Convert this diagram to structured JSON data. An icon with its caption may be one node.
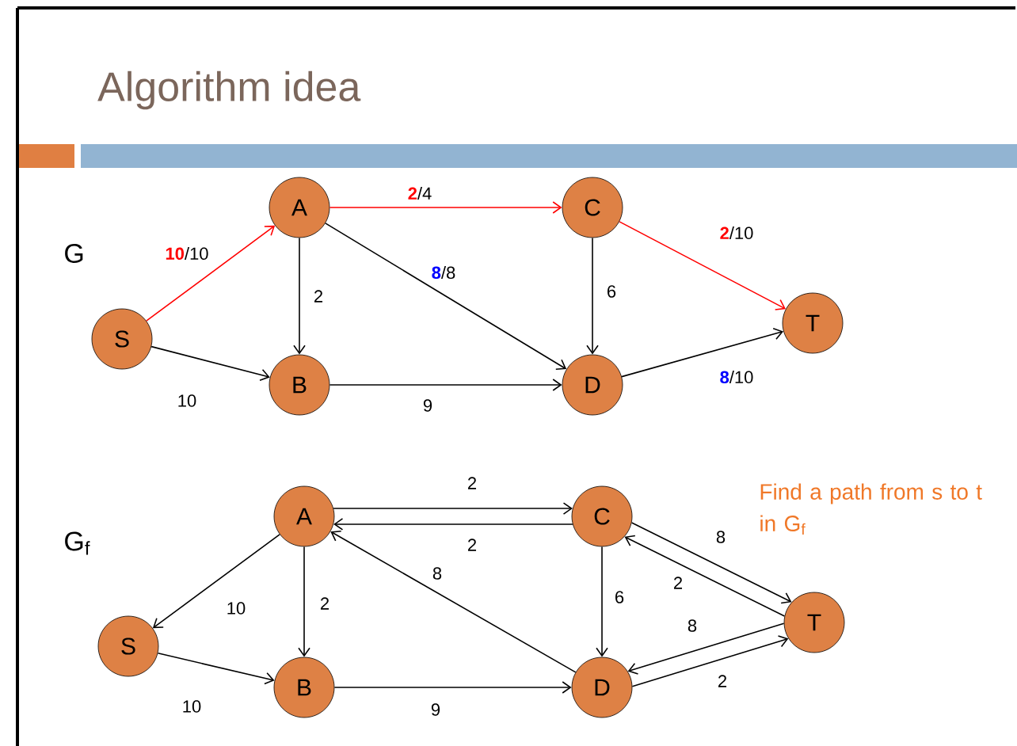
{
  "diagram": {
    "title": "Algorithm idea",
    "nodes": [
      {
        "text": [
          "S"
        ]
      },
      {
        "text": [
          "A"
        ]
      },
      {
        "text": [
          "B"
        ]
      },
      {
        "text": [
          "C"
        ]
      },
      {
        "text": [
          "D"
        ]
      },
      {
        "text": [
          "T"
        ]
      },
      {
        "text": [
          "S"
        ]
      },
      {
        "text": [
          "A"
        ]
      },
      {
        "text": [
          "B"
        ]
      },
      {
        "text": [
          "C"
        ]
      },
      {
        "text": [
          "D"
        ]
      },
      {
        "text": [
          "T"
        ]
      }
    ],
    "edges": [
      {
        "from": 0,
        "to": 1,
        "arrow": "to",
        "label": "**10**/10",
        "color": "#ff0000"
      },
      {
        "from": 0,
        "to": 2,
        "arrow": "to",
        "label": "10"
      },
      {
        "from": 1,
        "to": 2,
        "arrow": "to",
        "label": "2"
      },
      {
        "from": 1,
        "to": 3,
        "arrow": "to",
        "label": "**2**/4",
        "color": "#ff0000"
      },
      {
        "from": 1,
        "to": 4,
        "arrow": "to",
        "label": "**8**/8"
      },
      {
        "from": 2,
        "to": 4,
        "arrow": "to",
        "label": "9"
      },
      {
        "from": 3,
        "to": 4,
        "arrow": "to",
        "label": "6"
      },
      {
        "from": 3,
        "to": 5,
        "arrow": "to",
        "label": "**2**/10",
        "color": "#ff0000"
      },
      {
        "from": 4,
        "to": 5,
        "arrow": "to",
        "label": "**8**/10"
      },
      {
        "from": 7,
        "to": 9,
        "arrow": "to",
        "label": "2"
      },
      {
        "from": 9,
        "to": 7,
        "arrow": "to",
        "label": "2"
      },
      {
        "from": 7,
        "to": 6,
        "arrow": "to",
        "label": "10"
      },
      {
        "from": 6,
        "to": 8,
        "arrow": "to",
        "label": "10"
      },
      {
        "from": 7,
        "to": 8,
        "arrow": "to",
        "label": "2"
      },
      {
        "from": 10,
        "to": 7,
        "arrow": "to",
        "label": "8"
      },
      {
        "from": 8,
        "to": 10,
        "arrow": "to",
        "label": "9"
      },
      {
        "from": 9,
        "to": 10,
        "arrow": "to",
        "label": "6"
      },
      {
        "from": 9,
        "to": 11,
        "arrow": "to",
        "label": "8"
      },
      {
        "from": 11,
        "to": 9,
        "arrow": "to",
        "label": "2"
      },
      {
        "from": 11,
        "to": 10,
        "arrow": "to",
        "label": "8"
      },
      {
        "from": 10,
        "to": 11,
        "arrow": "to",
        "label": "2"
      }
    ],
    "labels": [
      "G",
      "Find a path from s to t in G$_{f}$",
      "G$_{f}$"
    ]
  }
}
